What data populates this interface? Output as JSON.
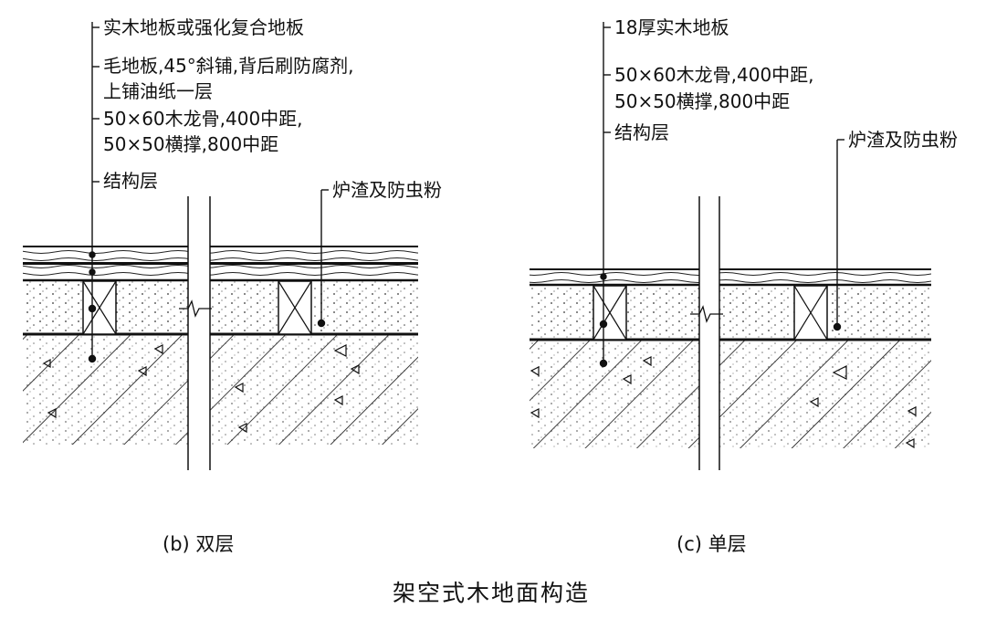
{
  "left": {
    "labels": [
      "实木地板或强化复合地板",
      "毛地板,45°斜铺,背后刷防腐剂,",
      "上铺油纸一层",
      "50×60木龙骨,400中距,",
      "50×50横撑,800中距",
      "结构层"
    ],
    "side_label": "炉渣及防虫粉",
    "caption": "(b) 双层"
  },
  "right": {
    "labels": [
      "18厚实木地板",
      "50×60木龙骨,400中距,",
      "50×50横撑,800中距",
      "结构层"
    ],
    "side_label": "炉渣及防虫粉",
    "caption": "(c) 单层"
  },
  "title": "架空式木地面构造"
}
